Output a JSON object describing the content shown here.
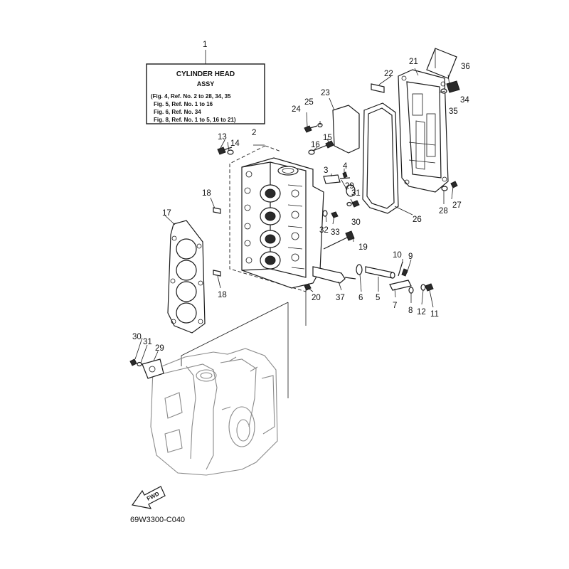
{
  "title_box": {
    "ref": "1",
    "title": "CYLINDER HEAD",
    "subtitle": "ASSY",
    "notes": [
      "(Fig. 4, Ref. No. 2 to 28, 34, 35",
      "Fig. 5, Ref. No. 1 to 16",
      "Fig. 6, Ref. No. 34",
      "Fig. 8, Ref. No. 1 to 5, 16 to 21)"
    ]
  },
  "direction_label": "FWD",
  "diagram_code": "69W3300-C040",
  "callouts": [
    "2",
    "3",
    "4",
    "5",
    "6",
    "7",
    "8",
    "9",
    "10",
    "11",
    "12",
    "13",
    "14",
    "15",
    "16",
    "17",
    "18",
    "18",
    "19",
    "20",
    "21",
    "22",
    "23",
    "24",
    "25",
    "26",
    "27",
    "28",
    "29",
    "29",
    "30",
    "30",
    "31",
    "31",
    "32",
    "33",
    "34",
    "35",
    "36",
    "37"
  ]
}
